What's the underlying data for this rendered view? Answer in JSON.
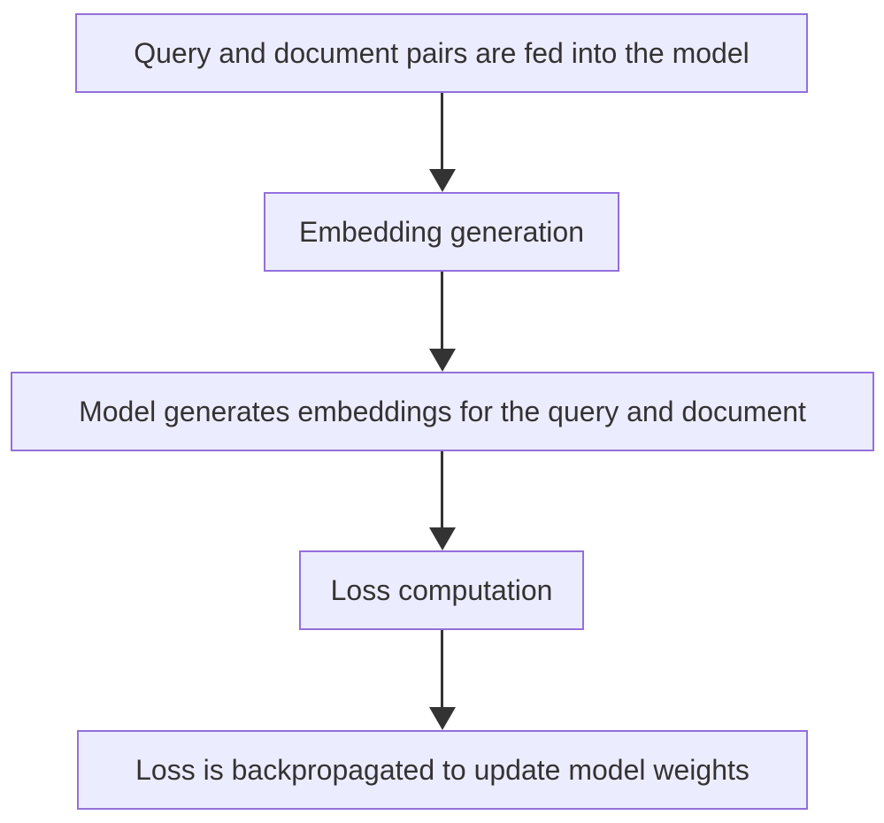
{
  "diagram": {
    "type": "flowchart",
    "direction": "top-down",
    "nodes": [
      {
        "id": "A",
        "label": "Query and document pairs are fed into the model"
      },
      {
        "id": "B",
        "label": "Embedding generation"
      },
      {
        "id": "C",
        "label": "Model generates embeddings for the query and document"
      },
      {
        "id": "D",
        "label": "Loss computation"
      },
      {
        "id": "E",
        "label": "Loss is backpropagated to update model weights"
      }
    ],
    "edges": [
      {
        "from": "A",
        "to": "B"
      },
      {
        "from": "B",
        "to": "C"
      },
      {
        "from": "C",
        "to": "D"
      },
      {
        "from": "D",
        "to": "E"
      }
    ],
    "colors": {
      "node_fill": "#ECECFF",
      "node_border": "#9370DB",
      "text": "#333333",
      "arrow": "#333333",
      "background": "#FFFFFF"
    }
  }
}
